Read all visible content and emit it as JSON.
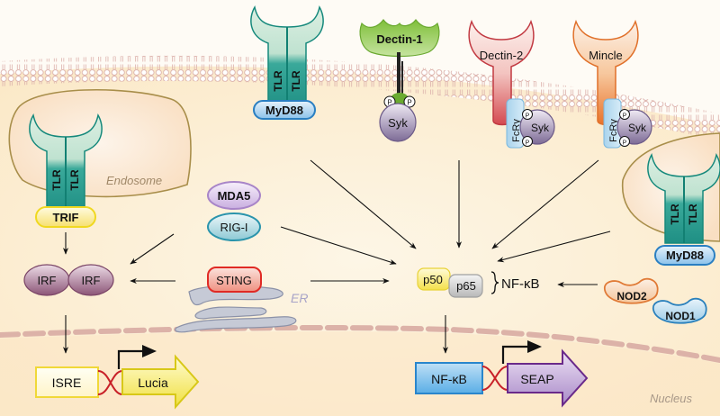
{
  "compartments": {
    "endosome_label": "Endosome",
    "er_label": "ER",
    "nucleus_label": "Nucleus"
  },
  "receptors": {
    "tlr_surface": {
      "subunit_a": "TLR",
      "subunit_b": "TLR",
      "adaptor": "MyD88"
    },
    "tlr_endosome_left": {
      "subunit_a": "TLR",
      "subunit_b": "TLR",
      "adaptor": "TRIF"
    },
    "tlr_endosome_right": {
      "subunit_a": "TLR",
      "subunit_b": "TLR",
      "adaptor": "MyD88"
    },
    "dectin1": {
      "name": "Dectin-1",
      "kinase": "Syk",
      "phospho": "P"
    },
    "dectin2": {
      "name": "Dectin-2",
      "coreceptor": "FcRγ",
      "kinase": "Syk",
      "phospho": "P"
    },
    "mincle": {
      "name": "Mincle",
      "coreceptor": "FcRγ",
      "kinase": "Syk",
      "phospho": "P"
    }
  },
  "cytosolic_sensors": {
    "mda5": "MDA5",
    "rigi": "RIG-I",
    "sting": "STING",
    "nod2": "NOD2",
    "nod1": "NOD1"
  },
  "transcription_factors": {
    "irf_left": "IRF",
    "irf_right": "IRF",
    "p50": "p50",
    "p65": "p65",
    "nfkb_label": "NF-κB"
  },
  "reporters": {
    "isre": {
      "promoter": "ISRE",
      "gene": "Lucia"
    },
    "nfkb": {
      "promoter": "NF-κB",
      "gene": "SEAP"
    }
  },
  "colors": {
    "tlr": "#1a9a8a",
    "myd88": "#3b8fd0",
    "trif": "#f2d21c",
    "dectin1": "#7ab83a",
    "dectin2": "#d24a50",
    "mincle": "#e8803a",
    "syk": "#7d6b96",
    "irf": "#8c5577",
    "mda5": "#a885c8",
    "rigi": "#3a9cb0",
    "sting": "#e05040",
    "p50": "#f4e04a",
    "p65": "#b8b8b8",
    "lucia": "#f2e442",
    "seap": "#8a5ab0",
    "nfkb_box": "#3a9ad8"
  }
}
